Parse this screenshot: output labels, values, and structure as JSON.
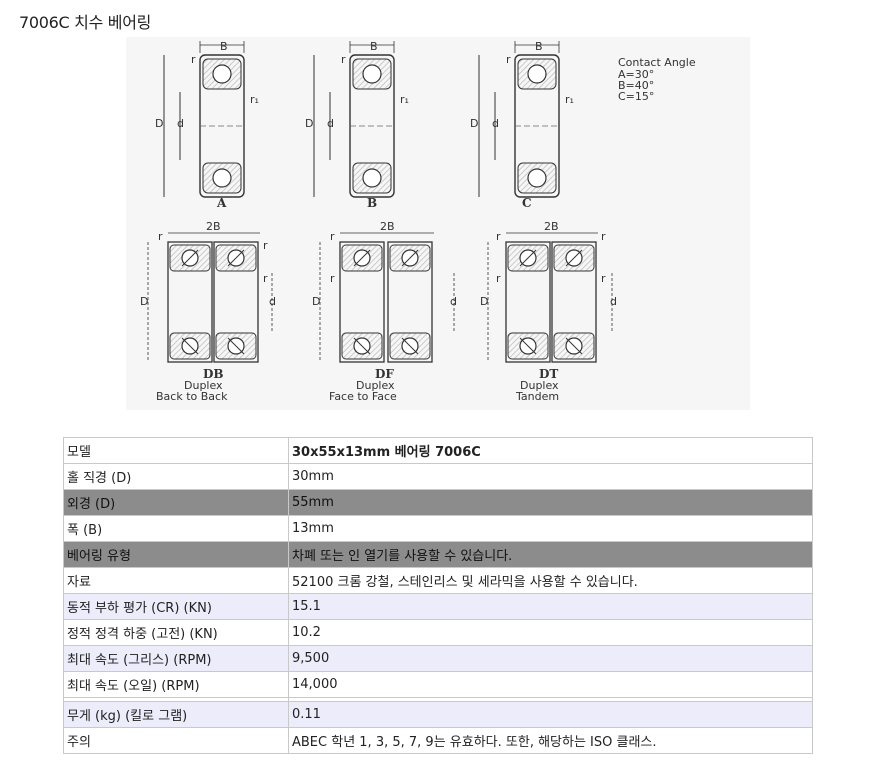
{
  "page": {
    "title": "7006C 치수 베어링"
  },
  "diagram": {
    "contact_angle": {
      "heading": "Contact Angle",
      "lines": [
        "A=30°",
        "B=40°",
        "C=15°"
      ]
    },
    "dims": {
      "b": "B",
      "two_b": "2B",
      "r": "r",
      "r1": "r₁",
      "D": "D",
      "d": "d"
    },
    "single": [
      {
        "letter": "A"
      },
      {
        "letter": "B"
      },
      {
        "letter": "C"
      }
    ],
    "duplex": [
      {
        "code": "DB",
        "line1": "Duplex",
        "line2": "Back to Back"
      },
      {
        "code": "DF",
        "line1": "Duplex",
        "line2": "Face to Face"
      },
      {
        "code": "DT",
        "line1": "Duplex",
        "line2": "Tandem"
      }
    ]
  },
  "table": {
    "rows": [
      {
        "label": "모델",
        "value": "30x55x13mm 베어링 7006C"
      },
      {
        "label": "홀 직경 (D)",
        "value": "30mm"
      },
      {
        "label": "외경 (D)",
        "value": "55mm"
      },
      {
        "label": "폭 (B)",
        "value": "13mm"
      },
      {
        "label": "베어링 유형",
        "value": "차폐 또는 인 열기를 사용할 수 있습니다."
      },
      {
        "label": "자료",
        "value": "52100 크롬 강철, 스테인리스 및 세라믹을 사용할 수 있습니다."
      },
      {
        "label": "동적 부하 평가 (CR) (KN)",
        "value": "15.1"
      },
      {
        "label": "정적 정격 하중 (고전) (KN)",
        "value": "10.2"
      },
      {
        "label": "최대 속도 (그리스) (RPM)",
        "value": "9,500"
      },
      {
        "label": "최대 속도 (오일) (RPM)",
        "value": "14,000"
      },
      {
        "label": "무게 (kg) (킬로 그램)",
        "value": "0.11"
      },
      {
        "label": "주의",
        "value": "ABEC 학년 1, 3, 5, 7, 9는 유효하다. 또한, 해당하는 ISO 클래스."
      }
    ]
  }
}
